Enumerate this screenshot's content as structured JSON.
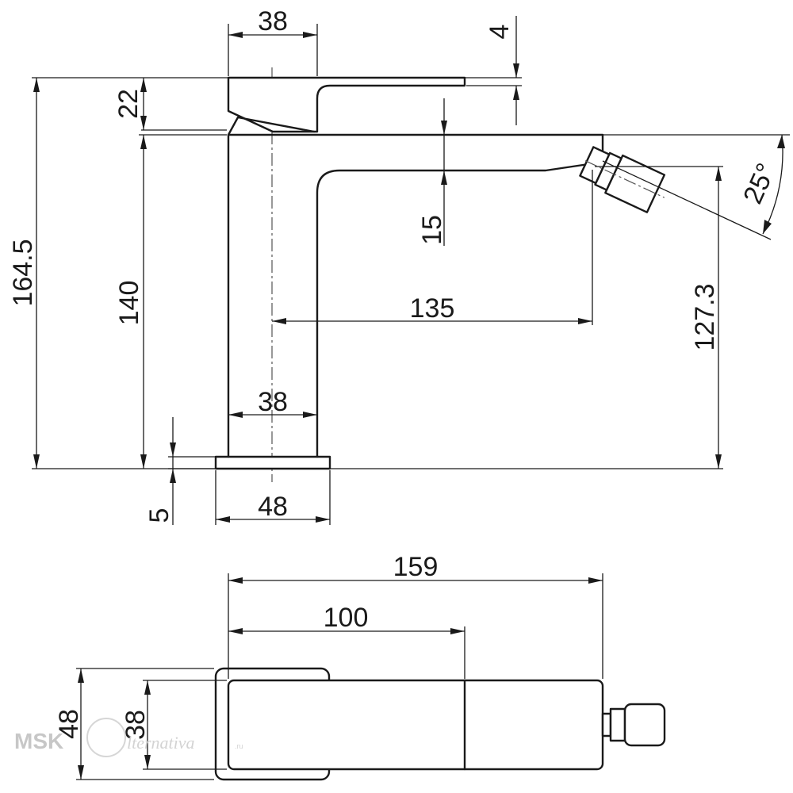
{
  "dimensions": {
    "lever_width": "38",
    "lever_gap": "4",
    "lever_height": "22",
    "total_height": "164.5",
    "body_height": "140",
    "spout_thickness": "15",
    "spout_reach": "135",
    "nozzle_height": "127.3",
    "nozzle_angle": "25°",
    "body_width": "38",
    "base_thickness": "5",
    "base_width": "48",
    "total_length": "159",
    "lever_length": "100",
    "plan_base_depth": "48",
    "plan_body_depth": "38"
  },
  "watermark": {
    "brand": "MSK",
    "script": "lternativa",
    "domain": ".ru"
  }
}
